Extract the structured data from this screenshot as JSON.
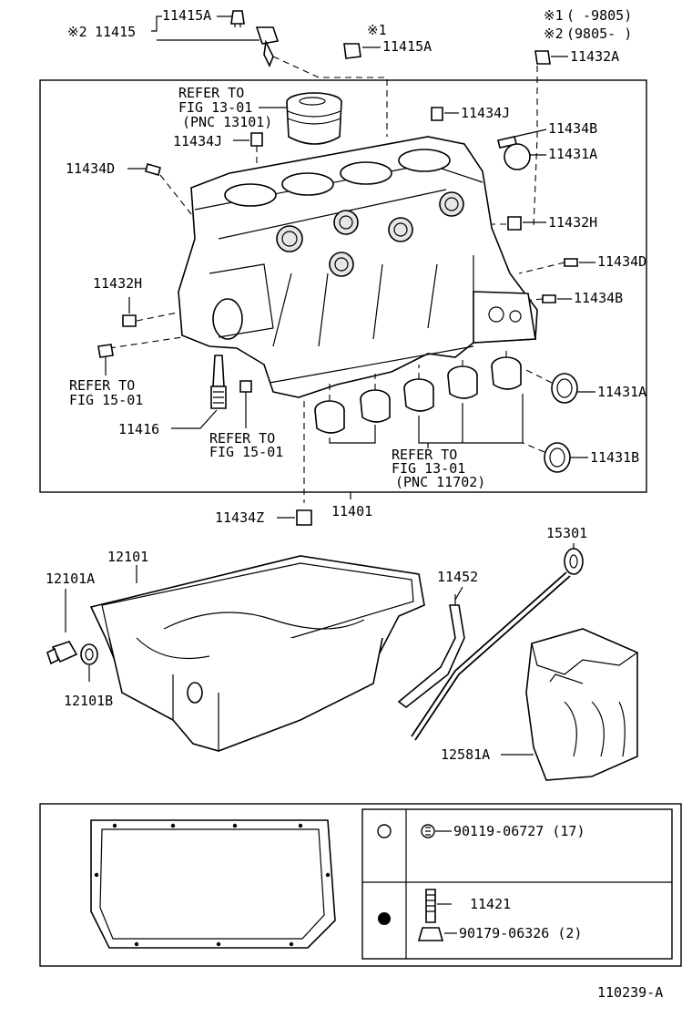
{
  "parts": {
    "p11415A_top": "11415A",
    "p11415": "11415",
    "note2_prefix": "※2",
    "note1_prefix": "※1",
    "p11415A_b": "11415A",
    "legend_1_symbol": "※1",
    "legend_1_range": "(       -9805)",
    "legend_2_symbol": "※2",
    "legend_2_range": "(9805-       )",
    "p11432A": "11432A",
    "refer_piston": [
      "REFER TO",
      "FIG 13-01",
      "(PNC 13101)"
    ],
    "p11434J_a": "11434J",
    "p11434J_b": "11434J",
    "p11434B_a": "11434B",
    "p11431A_a": "11431A",
    "p11434D_a": "11434D",
    "p11432H_a": "11432H",
    "p11434D_b": "11434D",
    "p11432H_b": "11432H",
    "p11434B_b": "11434B",
    "refer_15_a": [
      "REFER TO",
      "FIG 15-01"
    ],
    "p11416": "11416",
    "refer_15_b": [
      "REFER TO",
      "FIG 15-01"
    ],
    "p11431A_b": "11431A",
    "refer_bearing": [
      "REFER TO",
      "FIG 13-01",
      "(PNC 11702)"
    ],
    "p11431B": "11431B",
    "p11434Z": "11434Z",
    "p11401": "11401",
    "p12101": "12101",
    "p12101A": "12101A",
    "p12101B": "12101B",
    "p11452": "11452",
    "p15301": "15301",
    "p12581A": "12581A",
    "p90119": "90119-06727 (17)",
    "p11421": "11421",
    "p90179": "90179-06326 (2)",
    "fig_id": "110239-A"
  }
}
